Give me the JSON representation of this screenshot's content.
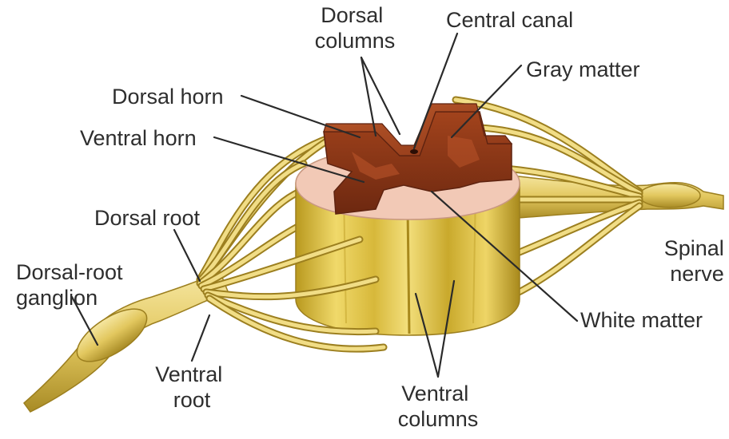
{
  "labels": {
    "dorsal_columns": [
      "Dorsal",
      "columns"
    ],
    "central_canal": "Central canal",
    "gray_matter": "Gray matter",
    "dorsal_horn": "Dorsal horn",
    "ventral_horn": "Ventral horn",
    "dorsal_root": "Dorsal root",
    "dorsal_root_ganglion": [
      "Dorsal-root",
      "ganglion"
    ],
    "ventral_root": [
      "Ventral",
      "root"
    ],
    "ventral_columns": [
      "Ventral",
      "columns"
    ],
    "white_matter": "White matter",
    "spinal_nerve": [
      "Spinal",
      "nerve"
    ]
  },
  "colors": {
    "gray_matter": "#a8461f",
    "gray_matter_dark": "#7a2e12",
    "white_matter_top": "#f1c6b4",
    "white_matter_side": "#e6c93e",
    "white_matter_shadow": "#a8891c",
    "nerve_fiber": "#e7cf6a",
    "leader_line": "#2a2a2a",
    "label_text": "#2e2e2e",
    "background": "#ffffff"
  }
}
